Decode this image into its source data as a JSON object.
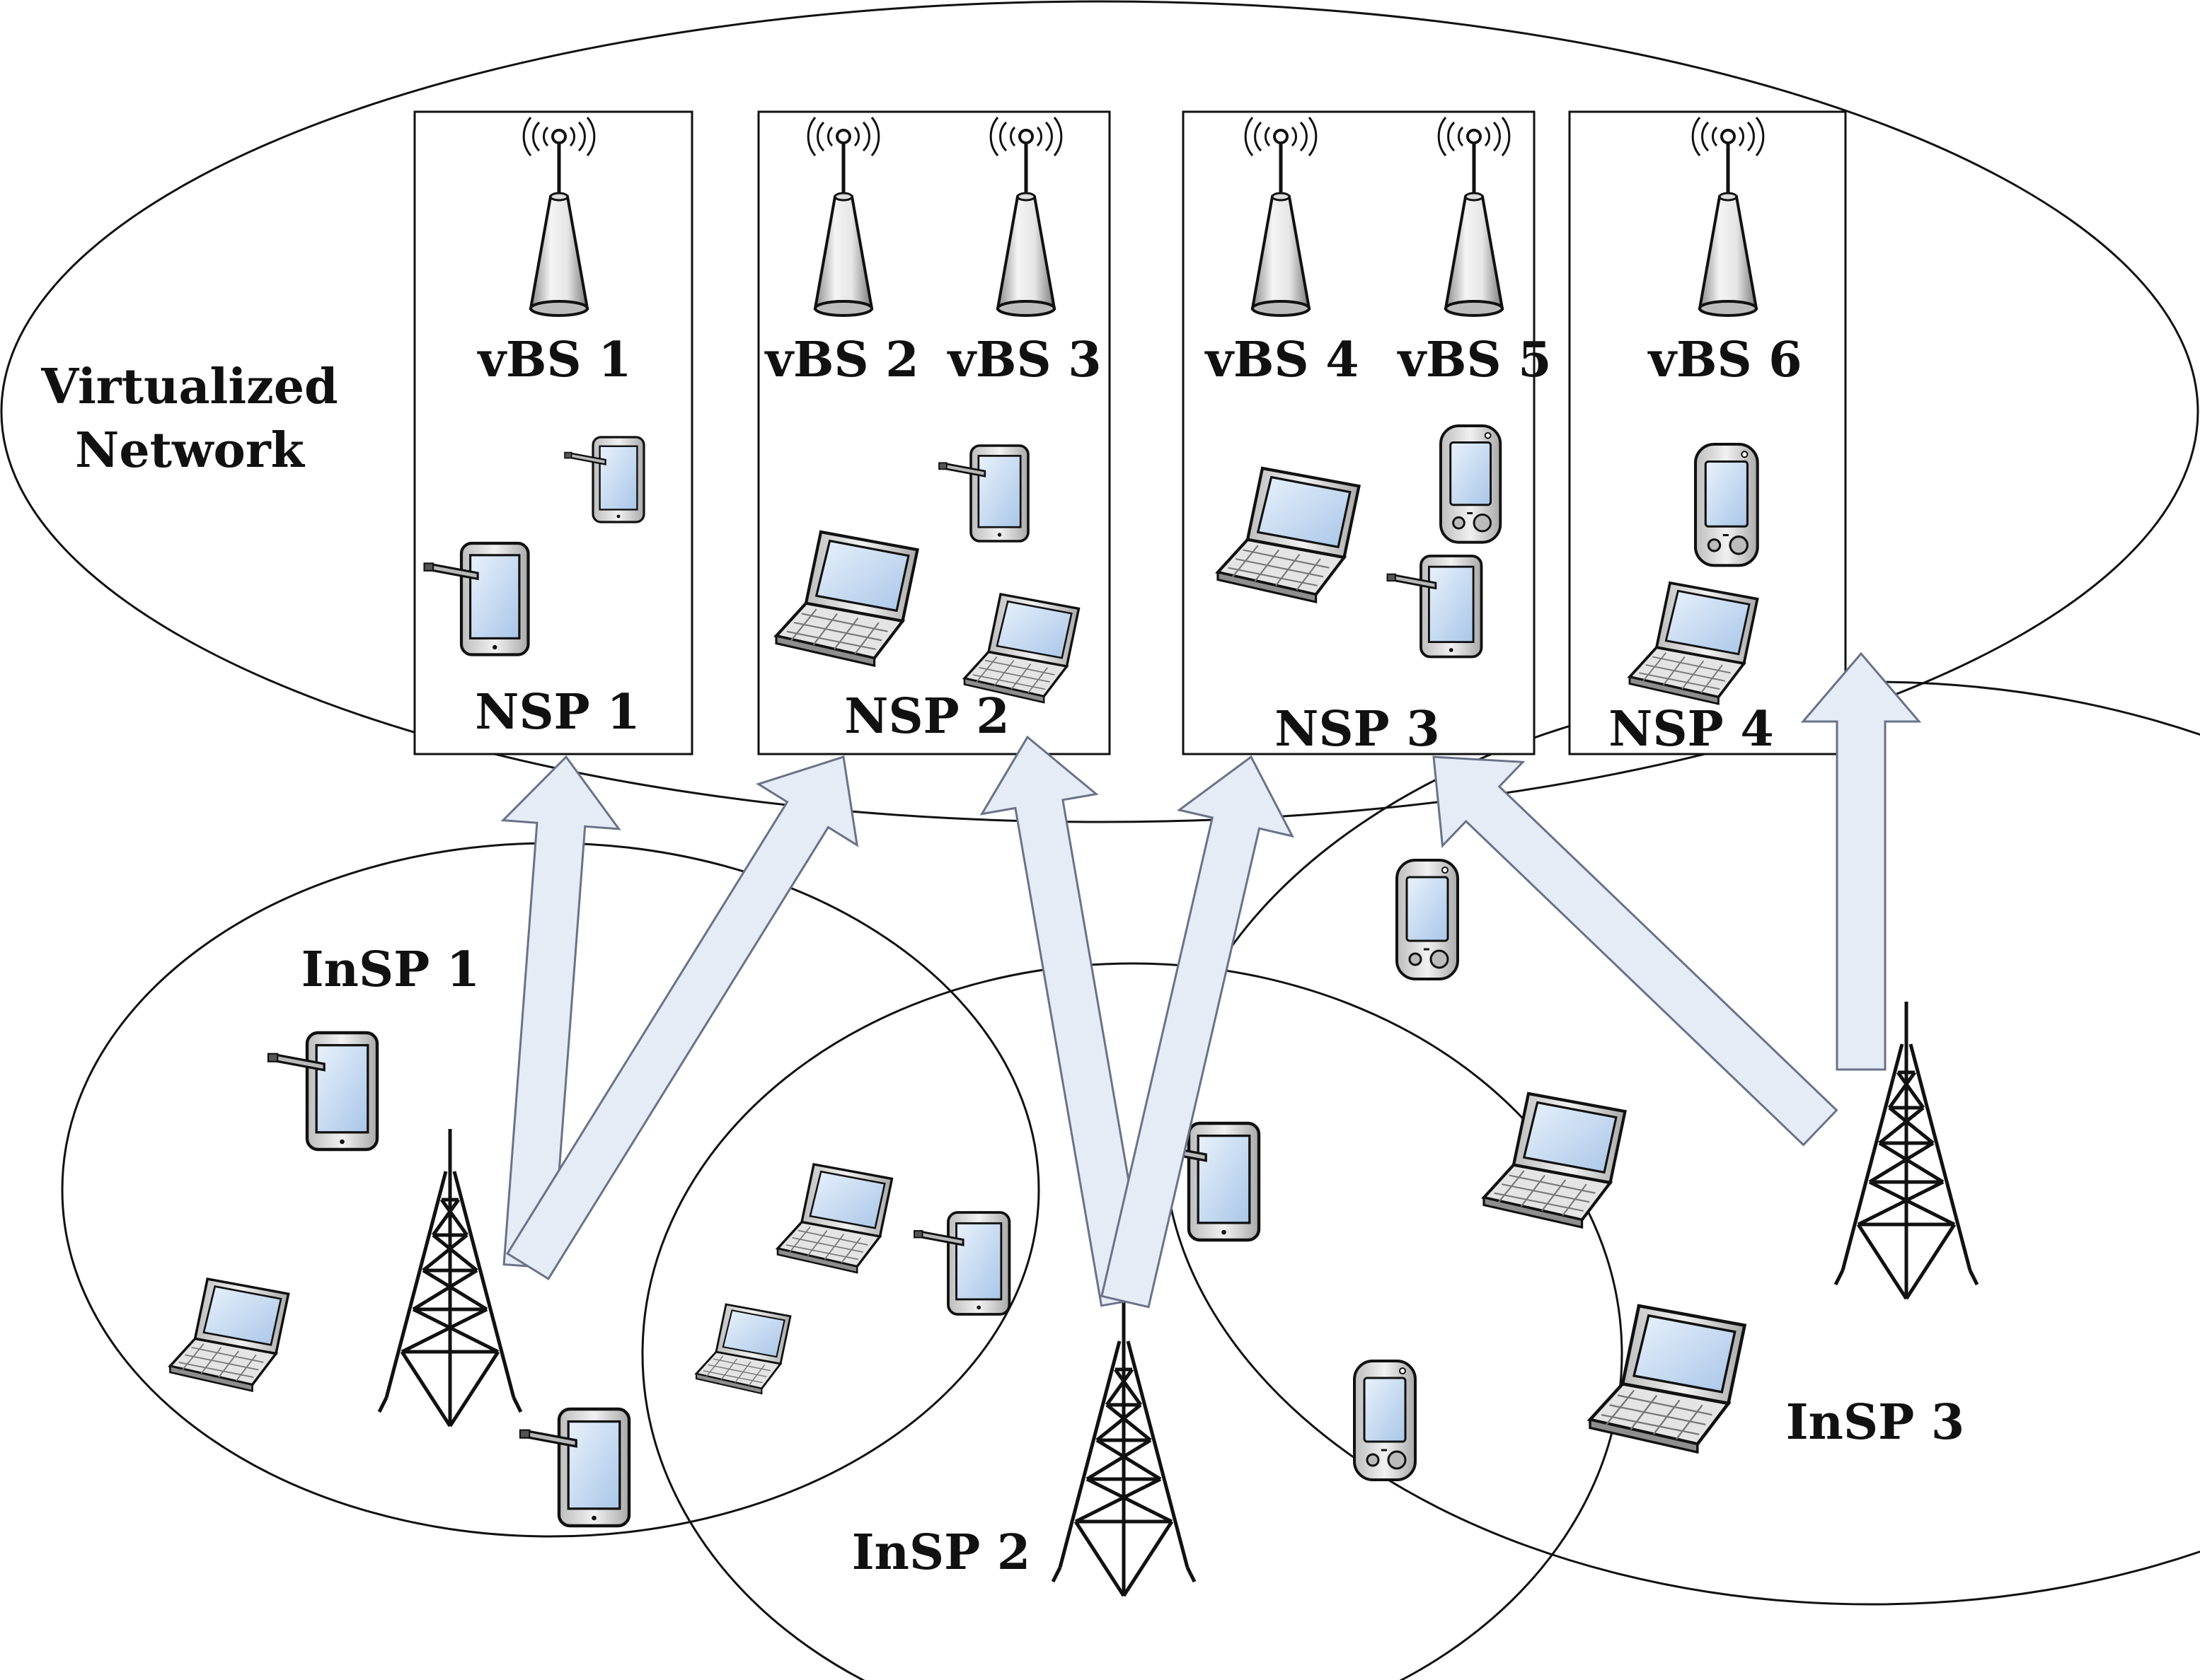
{
  "virtual_network": {
    "label_line1": "Virtualized",
    "label_line2": "Network"
  },
  "nsps": [
    {
      "label": "NSP 1"
    },
    {
      "label": "NSP 2"
    },
    {
      "label": "NSP 3"
    },
    {
      "label": "NSP 4"
    }
  ],
  "vbs": [
    {
      "label": "vBS 1"
    },
    {
      "label": "vBS 2"
    },
    {
      "label": "vBS 3"
    },
    {
      "label": "vBS 4"
    },
    {
      "label": "vBS 5"
    },
    {
      "label": "vBS 6"
    }
  ],
  "insps": [
    {
      "label": "InSP 1"
    },
    {
      "label": "InSP 2"
    },
    {
      "label": "InSP 3"
    }
  ],
  "colors": {
    "arrow_fill": "#e6ecf6",
    "arrow_stroke": "#6a7288",
    "antenna_light": "#f2f2f2",
    "antenna_dark": "#7a7a7a",
    "screen": "#c9dcf2",
    "device_body": "#d8d8d8"
  }
}
